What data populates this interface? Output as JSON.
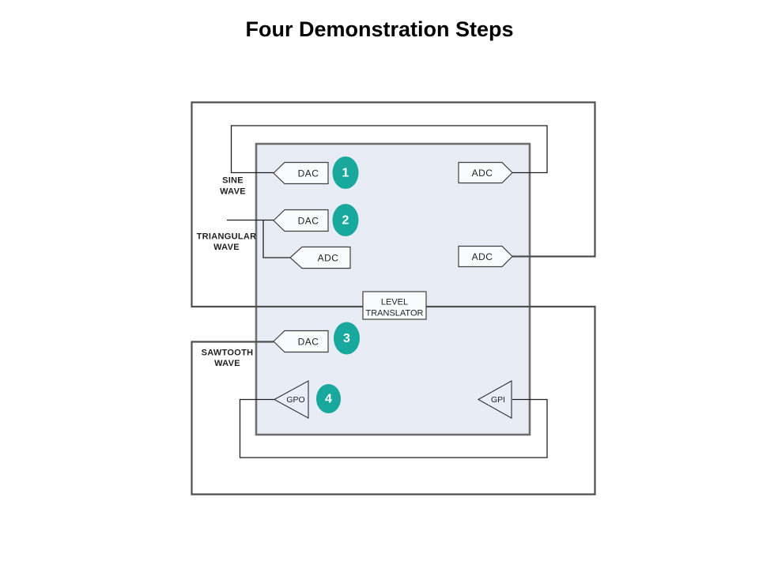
{
  "title": "Four Demonstration Steps",
  "colors": {
    "accent_teal": "#19A89D",
    "chip_fill": "#E8EDF5",
    "block_fill": "#FAFBFD",
    "wire": "#1F1F1F",
    "loop_wire": "#4F4F4F",
    "chip_border": "#6F6F6F"
  },
  "signal_labels": {
    "sine": {
      "line1": "SINE",
      "line2": "WAVE"
    },
    "triangular": {
      "line1": "TRIANGULAR",
      "line2": "WAVE"
    },
    "sawtooth": {
      "line1": "SAWTOOTH",
      "line2": "WAVE"
    }
  },
  "blocks": {
    "dac1": "DAC",
    "dac2": "DAC",
    "dac3": "DAC",
    "adc_top_right": "ADC",
    "adc_inner": "ADC",
    "adc_mid_right": "ADC",
    "level_translator": {
      "line1": "LEVEL",
      "line2": "TRANSLATOR"
    },
    "gpo": "GPO",
    "gpi": "GPI"
  },
  "steps": {
    "step1": "1",
    "step2": "2",
    "step3": "3",
    "step4": "4"
  }
}
